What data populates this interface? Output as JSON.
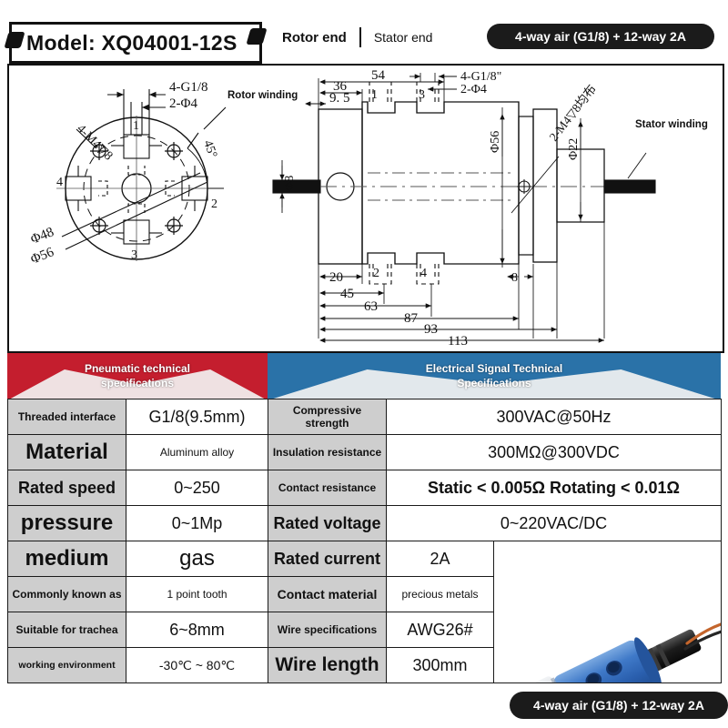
{
  "header": {
    "model_label": "Model: XQ04001-12S",
    "rotor_end": "Rotor end",
    "stator_end": "Stator end",
    "badge_top": "4-way air (G1/8) + 12-way 2A",
    "badge_bottom": "4-way air (G1/8) + 12-way 2A"
  },
  "drawing": {
    "front_view": {
      "callout_4_g18": "4-G1/8",
      "callout_2_phi4": "2-Φ4",
      "callout_4_m4": "4-M4▽8",
      "rotor_winding": "Rotor winding",
      "angle": "45°",
      "phi48": "Φ48",
      "phi56": "Φ56",
      "port_1": "1",
      "port_2": "2",
      "port_3": "3",
      "port_4": "4"
    },
    "side_view": {
      "dim_54": "54",
      "dim_36": "36",
      "dim_9_5": "9. 5",
      "dim_20": "20",
      "dim_45": "45",
      "dim_63": "63",
      "dim_87": "87",
      "dim_93": "93",
      "dim_113": "113",
      "dim_8": "8",
      "phi8": "Φ8",
      "phi56": "Φ56",
      "phi22": "Φ22",
      "callout_4_g18": "4-G1/8\"",
      "callout_2_phi4": "2-Φ4",
      "callout_2_m4": "2-M4▽8均布",
      "stator_winding": "Stator winding",
      "port_1": "1",
      "port_2": "2",
      "port_3": "3",
      "port_4": "4"
    }
  },
  "pneumatic": {
    "title": "Pneumatic technical specifications",
    "title_line1": "Pneumatic technical",
    "title_line2": "specifications",
    "color": "#C41E2E",
    "rows": [
      {
        "label": "Threaded interface",
        "value": "G1/8(9.5mm)",
        "label_size": "f-s",
        "value_size": "f-l"
      },
      {
        "label": "Material",
        "value": "Aluminum alloy",
        "label_size": "f-xxl",
        "value_size": "f-s"
      },
      {
        "label": "Rated speed",
        "value": "0~250",
        "label_size": "f-l",
        "value_size": "f-l"
      },
      {
        "label": "pressure",
        "value": "0~1Mp",
        "label_size": "f-xxl",
        "value_size": "f-l"
      },
      {
        "label": "medium",
        "value": "gas",
        "label_size": "f-xxl",
        "value_size": "f-xxl"
      },
      {
        "label": "Commonly known as",
        "value": "1 point tooth",
        "label_size": "f-s",
        "value_size": "f-s"
      },
      {
        "label": "Suitable for trachea",
        "value": "6~8mm",
        "label_size": "f-s",
        "value_size": "f-l"
      },
      {
        "label": "working environment",
        "value": "-30℃ ~ 80℃",
        "label_size": "f-xs",
        "value_size": "f-m"
      }
    ]
  },
  "electrical": {
    "title": "Electrical Signal Technical Specifications",
    "title_line1": "Electrical Signal Technical",
    "title_line2": "Specifications",
    "color": "#2A72A8",
    "rows": [
      {
        "label": "Compressive strength",
        "value": "300VAC@50Hz",
        "label_size": "f-s",
        "value_size": "f-l",
        "wide": true
      },
      {
        "label": "Insulation resistance",
        "value": "300MΩ@300VDC",
        "label_size": "f-s",
        "value_size": "f-l",
        "wide": true
      },
      {
        "label": "Contact resistance",
        "value": "Static < 0.005Ω Rotating < 0.01Ω",
        "label_size": "f-s",
        "value_size": "f-l",
        "wide": true
      },
      {
        "label": "Rated voltage",
        "value": "0~220VAC/DC",
        "label_size": "f-l",
        "value_size": "f-l",
        "wide": true
      },
      {
        "label": "Rated current",
        "value": "2A",
        "label_size": "f-l",
        "value_size": "f-l",
        "wide": false
      },
      {
        "label": "Contact material",
        "value": "precious metals",
        "label_size": "f-m",
        "value_size": "f-s",
        "wide": false
      },
      {
        "label": "Wire specifications",
        "value": "AWG26#",
        "label_size": "f-s",
        "value_size": "f-l",
        "wide": false
      },
      {
        "label": "Wire length",
        "value": "300mm",
        "label_size": "f-xl",
        "value_size": "f-l",
        "wide": false
      }
    ]
  },
  "photo": {
    "alt": "rotary-union-product-photo",
    "body_color": "#2f6fc0",
    "flange_color": "#c9ced3",
    "connector_color": "#1a1a1a"
  }
}
